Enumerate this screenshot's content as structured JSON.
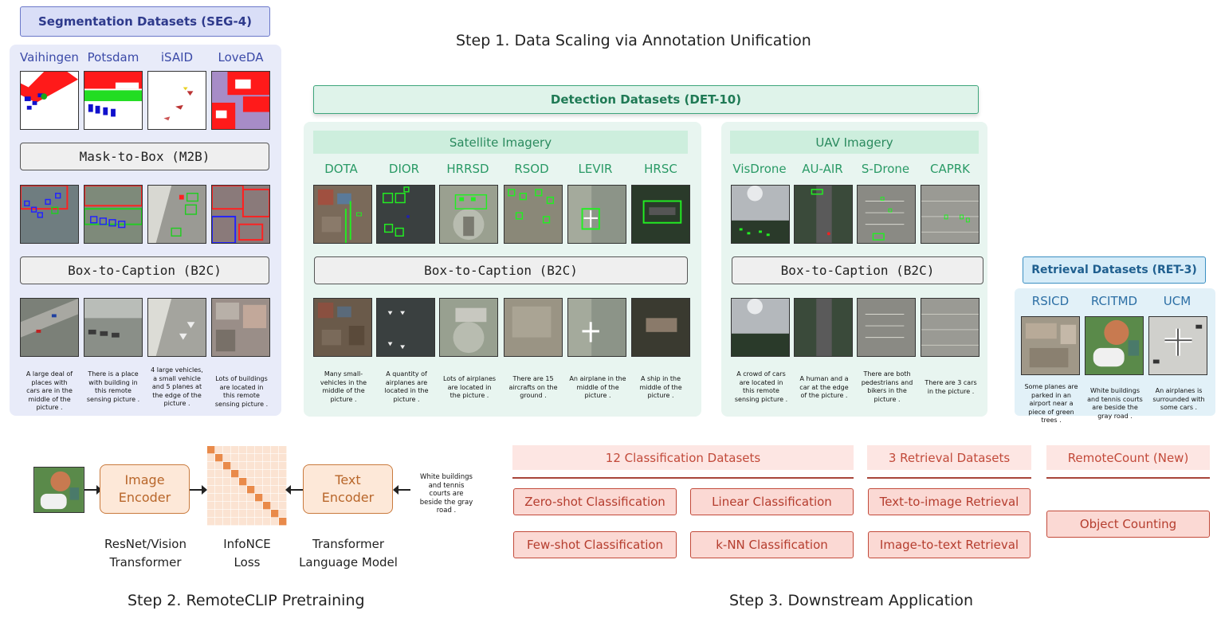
{
  "step1_title": "Step 1. Data Scaling via Annotation Unification",
  "step2_title": "Step 2. RemoteCLIP Pretraining",
  "step3_title": "Step 3. Downstream Application",
  "seg": {
    "header": "Segmentation Datasets (SEG-4)",
    "datasets": [
      "Vaihingen",
      "Potsdam",
      "iSAID",
      "LoveDA"
    ],
    "m2b": "Mask-to-Box (M2B)",
    "b2c": "Box-to-Caption (B2C)",
    "captions": [
      "A large deal of places with cars are in the middle of the picture .",
      "There is a place with building in this remote sensing picture .",
      "4 large vehicles, a small vehicle and 5 planes at the edge of the picture .",
      "Lots of buildings are located in this remote sensing picture ."
    ]
  },
  "det": {
    "header": "Detection Datasets (DET-10)",
    "satellite": "Satellite Imagery",
    "uav": "UAV Imagery",
    "sat_datasets": [
      "DOTA",
      "DIOR",
      "HRRSD",
      "RSOD",
      "LEVIR",
      "HRSC"
    ],
    "uav_datasets": [
      "VisDrone",
      "AU-AIR",
      "S-Drone",
      "CAPRK"
    ],
    "b2c": "Box-to-Caption (B2C)",
    "sat_captions": [
      "Many small-vehicles in the middle of the picture .",
      "A quantity of airplanes are located in the picture .",
      "Lots of airplanes are located in the picture .",
      "There are 15 aircrafts on the ground .",
      "An airplane in the middle of the picture .",
      "A ship in the middle of the picture ."
    ],
    "uav_captions": [
      "A crowd of cars are located in this remote sensing picture .",
      "A human and a car at the edge of the picture .",
      "There are both pedestrians and bikers in the picture .",
      "There are 3 cars in the picture ."
    ]
  },
  "ret": {
    "header": "Retrieval Datasets (RET-3)",
    "datasets": [
      "RSICD",
      "RCITMD",
      "UCM"
    ],
    "captions": [
      "Some planes are parked in an airport near a piece of green trees .",
      "White buildings and tennis courts are beside the gray road .",
      "An airplanes is surrounded with some cars ."
    ]
  },
  "step2": {
    "image_encoder": "Image Encoder",
    "text_encoder": "Text Encoder",
    "image_encoder_sub": "ResNet/Vision Transformer",
    "loss_sub": "InfoNCE Loss",
    "text_encoder_sub": "Transformer Language Model",
    "input_text": "White buildings and tennis courts are beside the gray road ."
  },
  "step3": {
    "classification_header": "12 Classification Datasets",
    "retrieval_header": "3 Retrieval Datasets",
    "count_header": "RemoteCount (New)",
    "zero_shot": "Zero-shot Classification",
    "linear": "Linear Classification",
    "few_shot": "Few-shot Classification",
    "knn": "k-NN Classification",
    "t2i": "Text-to-image Retrieval",
    "i2t": "Image-to-text Retrieval",
    "counting": "Object Counting"
  },
  "colors": {
    "seg_accent": "#2e3a8c",
    "det_accent": "#1f7a55",
    "ret_accent": "#1f5f8f",
    "encoder_accent": "#b8662a",
    "downstream_accent": "#c24a3a"
  }
}
